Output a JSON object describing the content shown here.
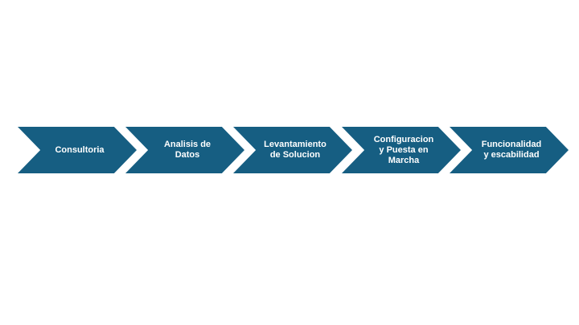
{
  "colors": {
    "chevron_fill": "#165e82",
    "chevron_text": "#ffffff",
    "background": "#ffffff"
  },
  "steps": [
    {
      "label": "Consultoria"
    },
    {
      "label": "Analisis de\nDatos"
    },
    {
      "label": "Levantamiento\nde Solucion"
    },
    {
      "label": "Configuracion\ny Puesta en\nMarcha"
    },
    {
      "label": "Funcionalidad\ny escabilidad"
    }
  ]
}
